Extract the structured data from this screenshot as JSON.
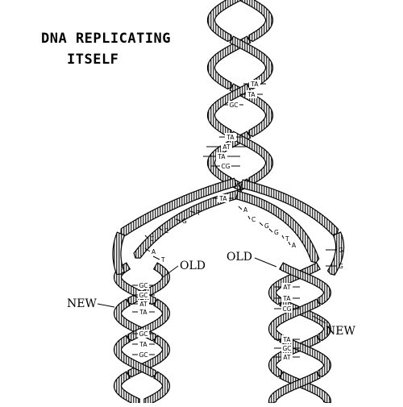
{
  "title": {
    "line1": "DNA REPLICATING",
    "line2": "ITSELF"
  },
  "labels": {
    "old_left": "OLD",
    "old_right": "OLD",
    "new_left": "NEW",
    "new_right": "NEW"
  },
  "base_pairs": {
    "top_helix": [
      "TA",
      "TA",
      "GC",
      "TA",
      "AT",
      "TA",
      "CG",
      "TA"
    ],
    "left_fork_bases": [
      "T",
      "G",
      "C",
      "C",
      "A",
      "T"
    ],
    "right_fork_bases": [
      "A",
      "C",
      "G",
      "G",
      "T",
      "A",
      "G",
      "G"
    ],
    "left_daughter": [
      "GC",
      "GC",
      "AT",
      "TA",
      "GC",
      "TA",
      "GC"
    ],
    "right_daughter": [
      "AT",
      "TA",
      "CG",
      "TA",
      "GC",
      "AT"
    ]
  },
  "colors": {
    "ink": "#000000",
    "background": "#ffffff"
  }
}
